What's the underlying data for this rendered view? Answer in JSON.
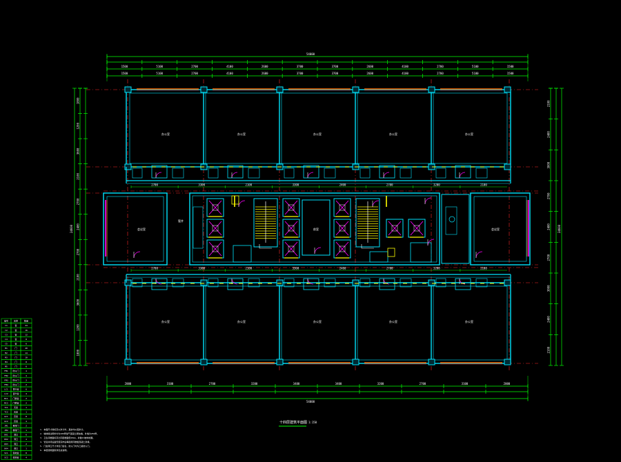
{
  "drawing": {
    "title": "十四层建筑平面图",
    "scale": "1:150",
    "colors": {
      "background": "#000000",
      "wall": "#00e5ff",
      "dimension": "#00ff00",
      "axis": "#ff2a2a",
      "stair": "#ffff00",
      "elevator_x": "#ff00ff",
      "text": "#ffffff",
      "window_glass": "#ff6a00"
    }
  },
  "dimensions": {
    "overall_top": "54000",
    "overall_bottom": "54000",
    "overall_left": "24600",
    "overall_right": "24600",
    "top_segments": [
      "1500",
      "5100",
      "2700",
      "4100",
      "2600",
      "3700",
      "3700",
      "2600",
      "4100",
      "2700",
      "5100",
      "1500"
    ],
    "bottom_segments": [
      "2000",
      "3100",
      "2700",
      "3200",
      "3400",
      "3400",
      "3200",
      "2700",
      "3100",
      "2000"
    ],
    "left_segments": [
      "1800",
      "1200",
      "3600",
      "2100",
      "2700",
      "2400",
      "2700",
      "2100",
      "3600",
      "1200",
      "1800"
    ],
    "right_segments": [
      "2100",
      "2400",
      "3000",
      "2700",
      "2400",
      "2700",
      "3000",
      "2400",
      "2100"
    ],
    "corridor_segments": [
      "2700",
      "3300",
      "2100",
      "3300",
      "2400",
      "2700",
      "3200",
      "2100"
    ]
  },
  "rooms": {
    "north_offices": [
      "办公室",
      "办公室",
      "办公室",
      "办公室",
      "办公室"
    ],
    "south_offices": [
      "办公室",
      "办公室",
      "办公室",
      "办公室",
      "办公室"
    ],
    "west_room": "会议室",
    "east_room": "会议室",
    "core_center": "前室",
    "shaft_label": "管井"
  },
  "notes": [
    "1. 本图尺寸除标高以米计外，其余均以毫米计。",
    "2. 墙体除注明外均为200厚加气混凝土砌块墙，外墙为250厚。",
    "3. 卫生间楼面标高比同层楼面低20mm，并做1%坡向地漏。",
    "4. 管道井待设备安装完毕后每层用同楼板混凝土封堵。",
    "5. 门窗洞口尺寸详见门窗表，防火门均为乙级防火门。",
    "6. 本层建筑面积详见总说明。"
  ],
  "legend_table": {
    "headers": [
      "编号",
      "名称",
      "数量"
    ],
    "rows": [
      [
        "C1",
        "窗",
        "24"
      ],
      [
        "C2",
        "窗",
        "16"
      ],
      [
        "C3",
        "窗",
        "12"
      ],
      [
        "C4",
        "窗",
        "8"
      ],
      [
        "C5",
        "窗",
        "6"
      ],
      [
        "M1",
        "门",
        "20"
      ],
      [
        "M2",
        "门",
        "14"
      ],
      [
        "M3",
        "门",
        "10"
      ],
      [
        "M4",
        "门",
        "8"
      ],
      [
        "M5",
        "门",
        "6"
      ],
      [
        "FM1",
        "防火门",
        "4"
      ],
      [
        "FM2",
        "防火门",
        "4"
      ],
      [
        "FM3",
        "防火门",
        "2"
      ],
      [
        "FM4",
        "防火门",
        "2"
      ],
      [
        "LC1",
        "百叶窗",
        "6"
      ],
      [
        "LC2",
        "百叶窗",
        "4"
      ],
      [
        "MC1",
        "门联窗",
        "2"
      ],
      [
        "MC2",
        "门联窗",
        "2"
      ],
      [
        "TC1",
        "天窗",
        "1"
      ],
      [
        "TC2",
        "天窗",
        "1"
      ],
      [
        "GC1",
        "高窗",
        "8"
      ],
      [
        "GC2",
        "高窗",
        "4"
      ],
      [
        "JM1",
        "卷帘门",
        "2"
      ],
      [
        "JM2",
        "卷帘门",
        "1"
      ],
      [
        "DK1",
        "洞口",
        "6"
      ],
      [
        "DK2",
        "洞口",
        "4"
      ],
      [
        "DK3",
        "洞口",
        "2"
      ],
      [
        "DK4",
        "洞口",
        "1"
      ],
      [
        "SC1",
        "落地窗",
        "8"
      ],
      [
        "SC2",
        "落地窗",
        "4"
      ]
    ]
  }
}
